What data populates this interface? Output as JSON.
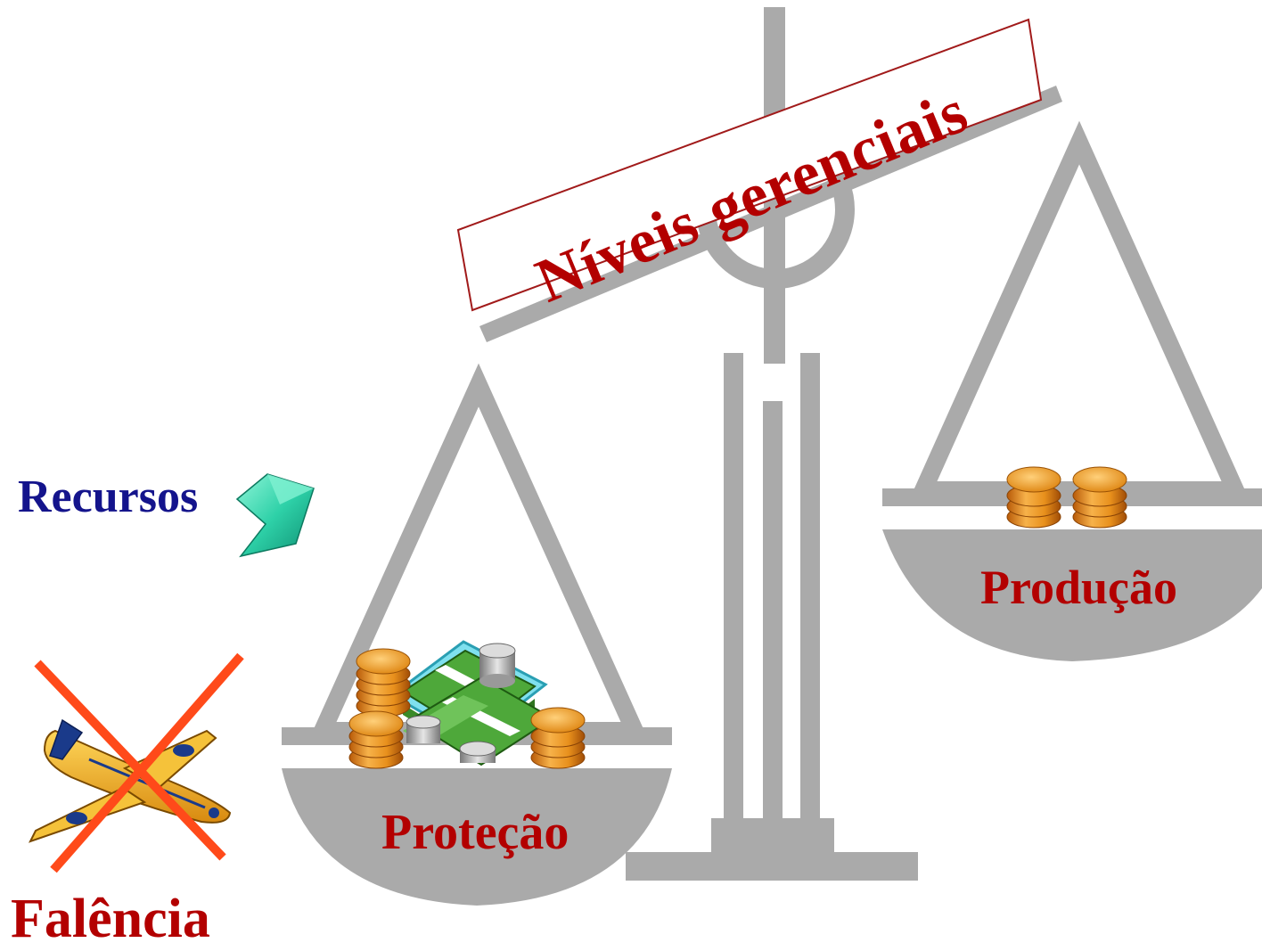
{
  "banner": {
    "text": "Níveis gerenciais"
  },
  "labels": {
    "resources": "Recursos",
    "protection": "Proteção",
    "production": "Produção",
    "bankruptcy": "Falência"
  },
  "colors": {
    "scale_gray": "#aaaaaa",
    "title_red": "#b30000",
    "resources_blue": "#14148c",
    "arrow_teal": "#2ed1a8",
    "cross_orange": "#ff4a1a",
    "coin_orange": "#e8901c",
    "cash_green": "#3f9c2a",
    "airplane_yellow": "#f2b21c"
  },
  "icons": {
    "arrow": "teal-arrow-icon",
    "airplane": "airplane-icon",
    "cross": "cross-icon",
    "money": "money-pile-icon",
    "coins": "coin-stack-icon"
  }
}
